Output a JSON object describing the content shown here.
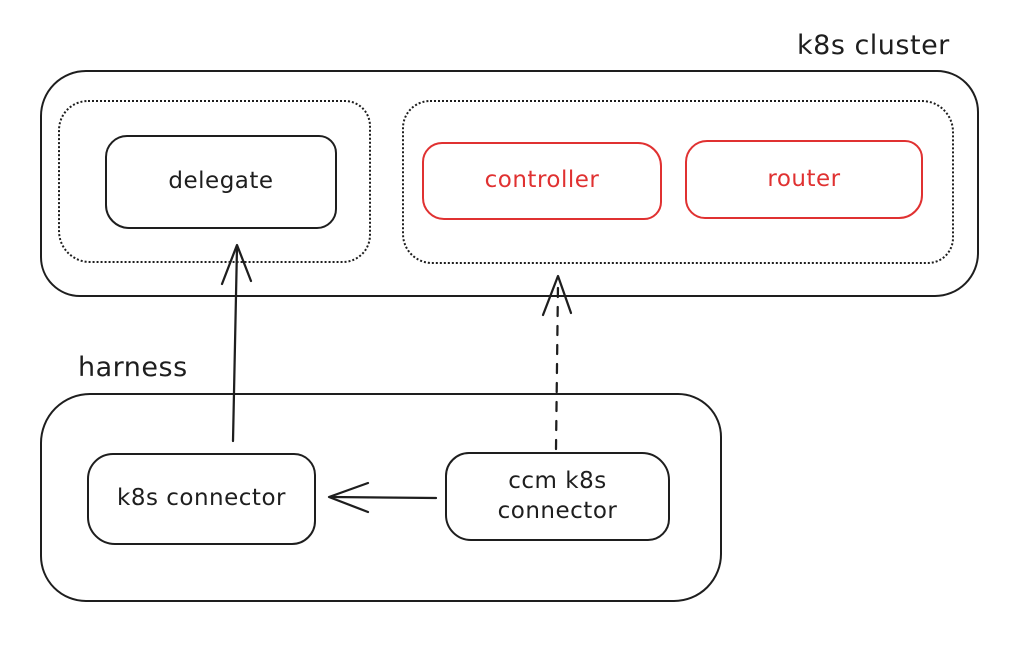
{
  "diagram": {
    "groups": {
      "k8s_cluster": {
        "label": "k8s cluster"
      },
      "harness": {
        "label": "harness"
      },
      "delegate_group": {
        "label": ""
      },
      "controller_router_group": {
        "label": ""
      }
    },
    "nodes": {
      "delegate": {
        "label": "delegate",
        "stroke": "#1e1e1e"
      },
      "controller": {
        "label": "controller",
        "stroke": "#e03131"
      },
      "router": {
        "label": "router",
        "stroke": "#e03131"
      },
      "k8s_connector": {
        "label": "k8s connector",
        "stroke": "#1e1e1e"
      },
      "ccm_k8s_connector": {
        "label": "ccm k8s connector",
        "stroke": "#1e1e1e"
      }
    },
    "edges": [
      {
        "from": "k8s_connector",
        "to": "delegate_group",
        "style": "solid"
      },
      {
        "from": "ccm_k8s_connector",
        "to": "controller_router_group",
        "style": "dashed"
      },
      {
        "from": "ccm_k8s_connector",
        "to": "k8s_connector",
        "style": "solid"
      }
    ],
    "colors": {
      "stroke": "#1e1e1e",
      "accent": "#e03131",
      "background": "#ffffff"
    }
  }
}
